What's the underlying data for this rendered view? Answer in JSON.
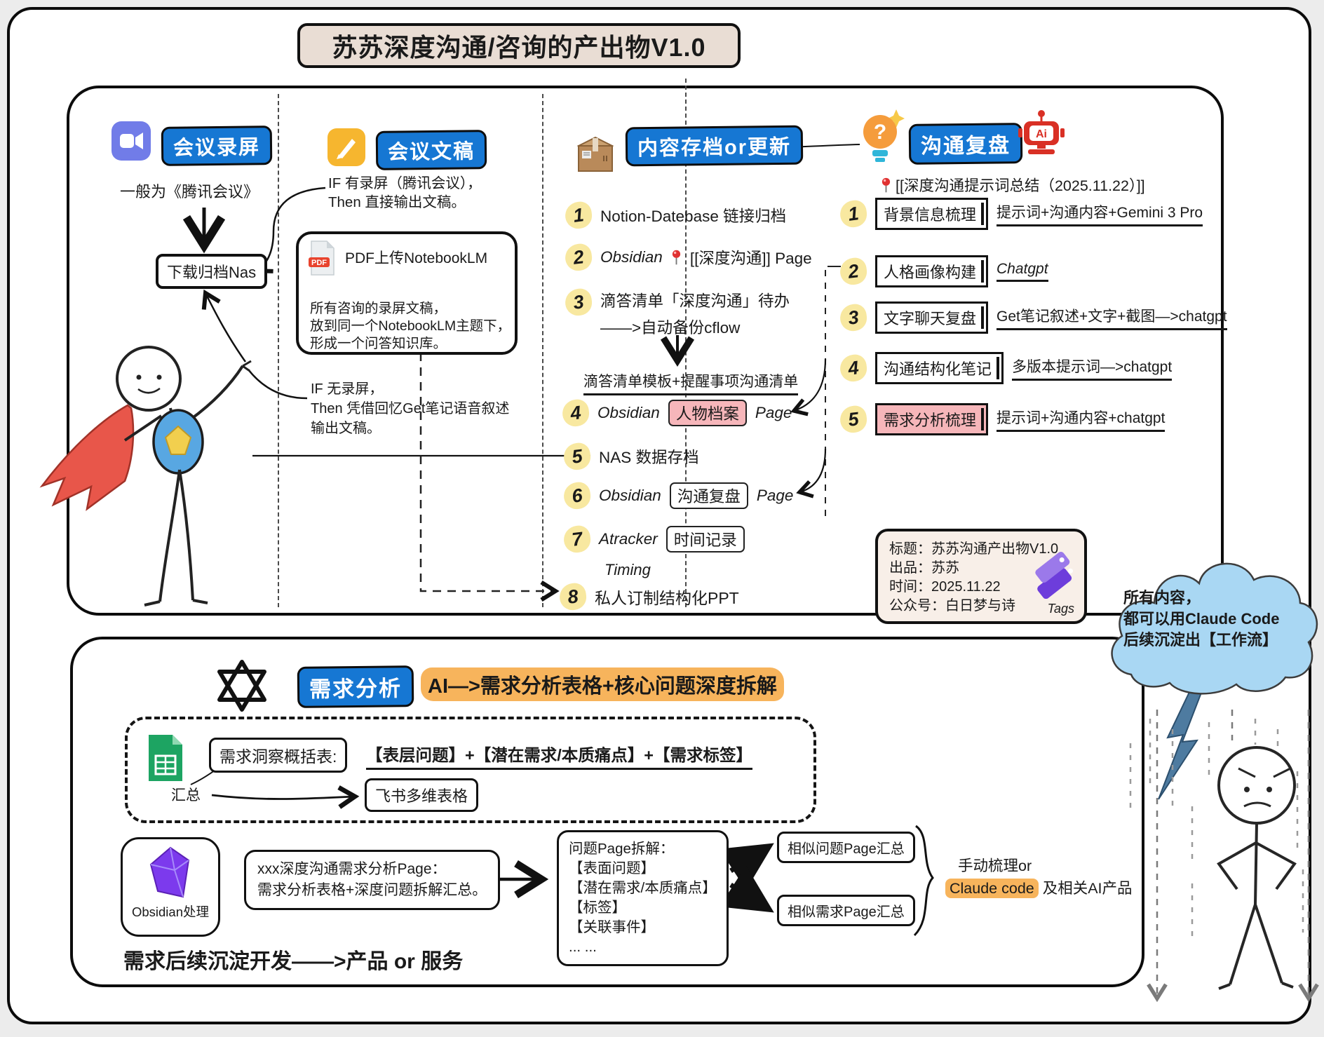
{
  "title": "苏苏深度沟通/咨询的产出物V1.0",
  "colors": {
    "badge_blue": "#1677d3",
    "number_yellow": "#f8e8a0",
    "pink": "#f6b6ba",
    "highlight_orange": "#f7b45c",
    "cloud_blue": "#a9d7f3",
    "title_beige": "#e9ddd4",
    "card_beige": "#f8efe8",
    "pdf_red": "#e8432d",
    "pages_yellow": "#f6b62f",
    "meet_purple": "#717ce8",
    "sheets_green": "#1da462",
    "obsidian_purple": "#7c3aed",
    "ai_red": "#d93025",
    "cape_red": "#e8564a",
    "shield_blue": "#58a7e2"
  },
  "icons": {
    "meeting_record": "video-camera",
    "meeting_doc": "pencil-square",
    "archive": "cardboard-box",
    "review": "lightbulb-question",
    "ai": "robot",
    "pin": "round-pushpin",
    "pdf": "pdf-file",
    "openai": "openai-knot",
    "sheets": "green-spreadsheet",
    "obsidian": "purple-gem",
    "tags": "purple-tags",
    "cloud": "rain-cloud",
    "lightning": "lightning-bolt"
  },
  "meeting_record": {
    "badge": "会议录屏",
    "note": "一般为《腾讯会议》",
    "download_box": "下载归档Nas"
  },
  "meeting_doc": {
    "badge": "会议文稿",
    "if_recorded": "IF 有录屏（腾讯会议），\nThen 直接输出文稿。",
    "pdf_icon_label": "PDF",
    "pdf_box_title": "PDF上传NotebookLM",
    "pdf_box_body": "所有咨询的录屏文稿，\n放到同一个NotebookLM主题下，\n形成一个问答知识库。",
    "if_not_recorded": "IF 无录屏，\nThen 凭借回忆Get笔记语音叙述\n输出文稿。"
  },
  "archive": {
    "badge": "内容存档or更新",
    "item1": {
      "num": "1",
      "text": "Notion-Datebase 链接归档"
    },
    "item2": {
      "num": "2",
      "pre": "Obsidian",
      "post": "[[深度沟通]] Page"
    },
    "item3": {
      "num": "3",
      "line1": "滴答清单「深度沟通」待办",
      "line2": "——>自动备份cflow"
    },
    "checklist_note": "滴答清单模板+提醒事项沟通清单",
    "item4": {
      "num": "4",
      "pre": "Obsidian",
      "tag": "人物档案",
      "post": "Page"
    },
    "item5": {
      "num": "5",
      "text": "NAS 数据存档"
    },
    "item6": {
      "num": "6",
      "pre": "Obsidian",
      "tag": "沟通复盘",
      "post": "Page"
    },
    "item7": {
      "num": "7",
      "pre": "Atracker",
      "tag": "时间记录",
      "sub": "Timing"
    },
    "item8": {
      "num": "8",
      "text": "私人订制结构化PPT"
    }
  },
  "review": {
    "badge": "沟通复盘",
    "ai_label": "Ai",
    "pin_note": "[[深度沟通提示词总结（2025.11.22）]]",
    "items": [
      {
        "num": "1",
        "label": "背景信息梳理",
        "tool": "提示词+沟通内容+Gemini 3 Pro"
      },
      {
        "num": "2",
        "label": "人格画像构建",
        "tool": "Chatgpt"
      },
      {
        "num": "3",
        "label": "文字聊天复盘",
        "tool": "Get笔记叙述+文字+截图—>chatgpt"
      },
      {
        "num": "4",
        "label": "沟通结构化笔记",
        "tool": "多版本提示词—>chatgpt"
      },
      {
        "num": "5",
        "label": "需求分析梳理",
        "tool": "提示词+沟通内容+chatgpt"
      }
    ]
  },
  "info_card": {
    "line1": "标题：苏苏沟通产出物V1.0",
    "line2": "出品：苏苏",
    "line3": "时间：2025.11.22",
    "line4": "公众号：白日梦与诗",
    "tags": "Tags"
  },
  "cloud": {
    "text": "所有内容，\n都可以用Claude Code\n后续沉淀出【工作流】"
  },
  "analysis": {
    "badge": "需求分析",
    "highlight": "AI—>需求分析表格+核心问题深度拆解",
    "insight_label": "需求洞察概括表:",
    "insight_formula": "【表层问题】+【潜在需求/本质痛点】+【需求标签】",
    "summary_label": "汇总",
    "feishu_box": "飞书多维表格",
    "obsidian_label": "Obsidian处理",
    "page_box": "xxx深度沟通需求分析Page：\n需求分析表格+深度问题拆解汇总。",
    "breakdown_box": "问题Page拆解：\n【表面问题】\n【潜在需求/本质痛点】\n【标签】\n【关联事件】\n... ...",
    "similar_q": "相似问题Page汇总",
    "similar_n": "相似需求Page汇总",
    "manual_pre": "手动梳理or",
    "manual_hl": "Claude code",
    "manual_post": "及相关AI产品",
    "bottom_note": "需求后续沉淀开发——>产品 or 服务"
  }
}
